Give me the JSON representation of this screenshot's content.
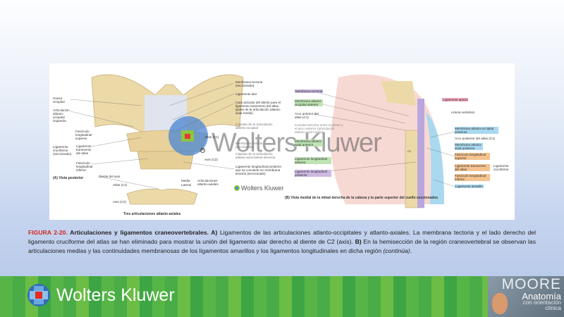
{
  "figure": {
    "panel_a": {
      "occipital": "Hueso occipital",
      "ao_joint": "Articulación atlanto-occipital izquierda",
      "fls": "Fascículo longitudinal superior",
      "cruciform": "Ligamento cruciforme (seccionado)",
      "transverse": "Ligamento transverso del atlas",
      "fli": "Fascículo longitudinal inferior",
      "view": "(A) Vista posterior",
      "tectorial": "Membrana tectoria (seccionada)",
      "alar": "Ligamento alar",
      "dens_facet": "Cara articular del diente para el ligamento transverso del atlas (parte de la articulación atlanto-axial media)",
      "ao_capsule": "Cápsula de la articulación atlanto-occipital",
      "atlas": "Atlas (C1)",
      "tectorial2": "Membrana tectoria (seccionada)",
      "aa_capsule": "Cápsula de la articulación atlanto-axial lateral derecha",
      "axis": "Axis (C2)",
      "pll": "Ligamento longitudinal posterior que se convierte en membrana tectoria (seccionado)",
      "dens": "Diente del axis",
      "atlas_small": "Atlas (C1)",
      "axis_small": "Axis (C2)",
      "media": "Media",
      "lateral": "Lateral",
      "aa_joints": "Articulaciones atlanto-axiales",
      "sub_caption": "Tres articulaciones atlanto-axiales",
      "r_marker": "R"
    },
    "panel_b": {
      "tectorial": "Membrana tectoria",
      "aom_ant": "Membrana atlanto-occipital anterior",
      "ant_arch": "Arco anterior del atlas (C1)",
      "cavity": "Cavidad articular entre el diente y el arco anterior (articulación atlanto-axial media)",
      "aam_ant": "Membrana atlanto-axial anterior",
      "all": "Ligamento longitudinal anterior",
      "pll": "Ligamento longitudinal posterior",
      "apical": "Ligamento apical",
      "artery": "Arteria vertebral",
      "aom_post": "Membrana atlanto-occipital posterior",
      "post_arch": "Arco posterior del atlas (C1)",
      "aam_post": "Membrana atlanto-axial posterior",
      "fls": "Fascículo longitudinal superior",
      "transverse": "Ligamento transverso del atlas",
      "fli": "Fascículo longitudinal inferior",
      "cruciform": "Ligamento cruciforme",
      "flavum": "Ligamento amarillo",
      "c2": "C2",
      "view": "(B) Vista medial de la mitad derecha de la cabeza y la parte superior del cuello seccionados"
    },
    "watermark": "Wolters Kluwer",
    "watermark_small": "Wolters Kluwer"
  },
  "caption": {
    "fig": "FIGURA 2-20.",
    "title": " Articulaciones y ligamentos craneovertebrales. ",
    "a": "A)",
    "a_text": " Ligamentos de las articulaciones atlanto-occipitales y atlanto-axiales. La membrana tectoria y el lado derecho del ligamento cruciforme del atlas se han eliminado para mostrar la unión del ligamento alar derecho al diente de C2 (axis). ",
    "b": "B)",
    "b_text": " En la hemisección de la región craneovertebral se observan las articulaciones medias y las continuidades membranosas de los ligamentos amarillos y los ligamentos longitudinales en dicha región ",
    "cont": "(continúa)",
    "end": "."
  },
  "footer": {
    "brand": "Wolters Kluwer",
    "book_title": "MOORE",
    "book_sub": "Anatomía",
    "book_sub2": "con orientación clínica"
  },
  "colors": {
    "footer_green": "#4aac46",
    "caption_red": "#d0261f"
  }
}
